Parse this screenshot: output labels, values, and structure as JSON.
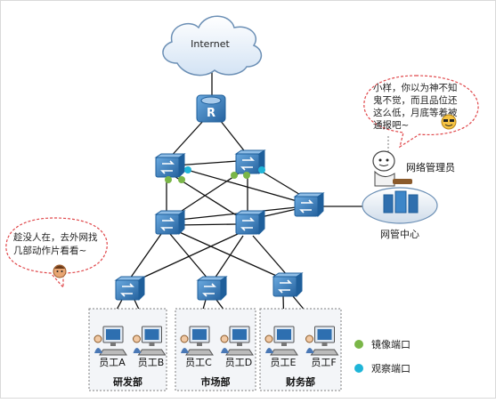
{
  "diagram": {
    "internet_label": "Internet",
    "center_label": "网管中心",
    "admin_label": "网络管理员",
    "admin_bubble_lines": [
      "小样，你以为神不知",
      "鬼不觉，而且品位还",
      "这么低，月底等着被",
      "通报吧~"
    ],
    "employee_bubble_lines": [
      "趁没人在，去外网找",
      "几部动作片看看~"
    ],
    "departments": [
      {
        "name": "研发部",
        "employees": [
          "员工A",
          "员工B"
        ]
      },
      {
        "name": "市场部",
        "employees": [
          "员工C",
          "员工D"
        ]
      },
      {
        "name": "财务部",
        "employees": [
          "员工E",
          "员工F"
        ]
      }
    ],
    "legend": [
      {
        "label": "镜像端口",
        "color": "#7ab648"
      },
      {
        "label": "观察端口",
        "color": "#1fb5d8"
      }
    ],
    "colors": {
      "device": "#3d86c8",
      "device_dark": "#1f5f9b",
      "mirror": "#7ab648",
      "observe": "#1fb5d8",
      "bubble_border": "#e0474a",
      "dept_border": "#7f7f7f",
      "dept_fill": "#f3f5f8"
    },
    "icons": [
      "cloud-icon",
      "router-icon",
      "switch-icon",
      "pc-icon",
      "server-icon",
      "person-icon",
      "smiley-icon"
    ]
  }
}
